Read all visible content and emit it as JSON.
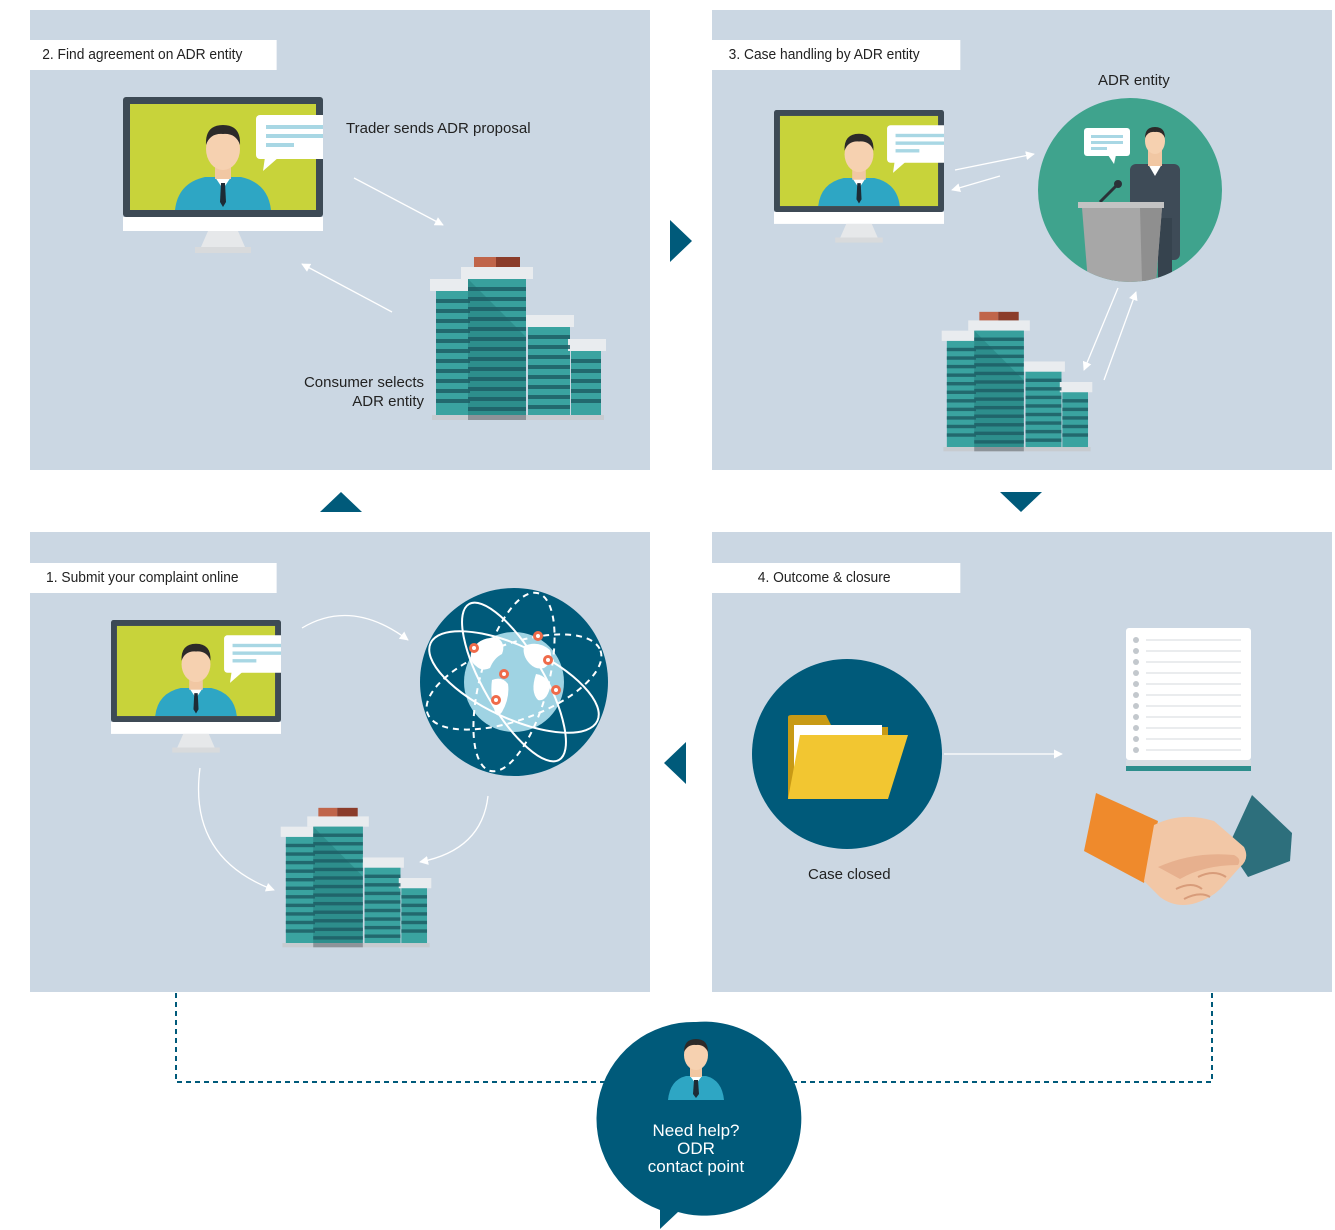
{
  "panels": {
    "find_agreement": {
      "title": "2. Find agreement on ADR entity",
      "trader_note": "Trader sends ADR proposal",
      "consumer_note_line1": "Consumer selects",
      "consumer_note_line2": "ADR entity"
    },
    "case_handling": {
      "title": "3. Case handling by ADR entity",
      "entity_label": "ADR entity"
    },
    "submit": {
      "title": "1. Submit your complaint online"
    },
    "outcome": {
      "title": "4. Outcome & closure",
      "closed_label": "Case closed"
    }
  },
  "help": {
    "line1": "Need help?",
    "line2": "ODR",
    "line3": "contact point"
  },
  "icons": [
    "monitor-person-icon",
    "office-buildings-icon",
    "globe-network-icon",
    "speaker-podium-icon",
    "folder-icon",
    "document-icon",
    "handshake-icon",
    "person-avatar-icon",
    "flow-arrow-icon"
  ],
  "colors": {
    "panel_bg": "#cbd7e3",
    "accent_dark": "#005a7a",
    "screen_green": "#c8d33a",
    "building_teal": "#3aa3a0",
    "podium_circle": "#3fa38d",
    "folder_yellow": "#f2c631",
    "hand_orange": "#ef8a2c"
  }
}
